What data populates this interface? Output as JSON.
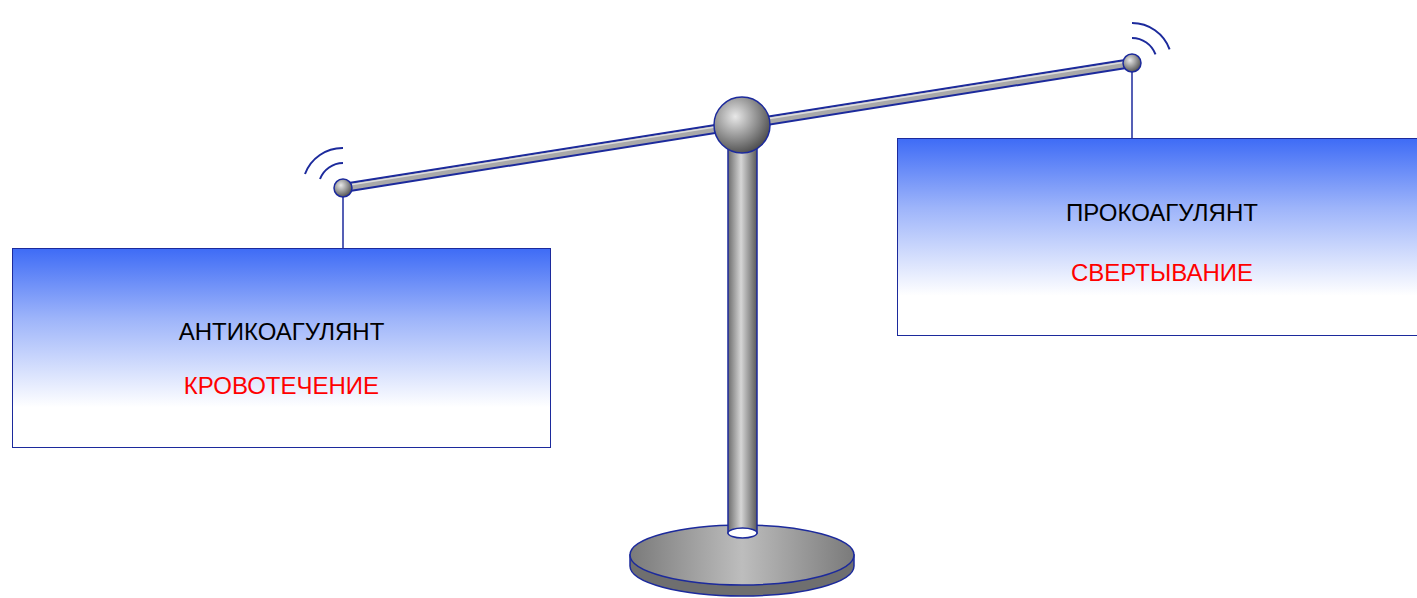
{
  "diagram": {
    "nodes": [
      {
        "text": [
          "АНТИКОАГУЛЯНТ",
          "КРОВОТЕЧЕНИЕ"
        ]
      },
      {
        "text": [
          "ПРОКОАГУЛЯНТ",
          "СВЕРТЫВАНИЕ"
        ]
      }
    ],
    "edges": []
  }
}
